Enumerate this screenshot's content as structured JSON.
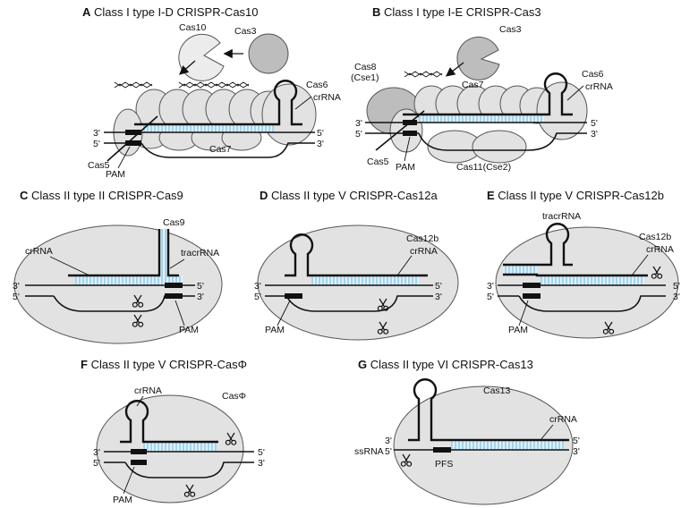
{
  "panels": {
    "A": {
      "letter": "A",
      "title": "Class I type I-D CRISPR-Cas10",
      "labels": {
        "cas10": "Cas10",
        "cas3": "Cas3",
        "cas6": "Cas6",
        "crrna": "crRNA",
        "cas7": "Cas7",
        "cas5": "Cas5",
        "pam": "PAM"
      }
    },
    "B": {
      "letter": "B",
      "title": "Class I type I-E CRISPR-Cas3",
      "labels": {
        "cas3": "Cas3",
        "cas8": "Cas8",
        "cse1": "(Cse1)",
        "cas7": "Cas7",
        "cas6": "Cas6",
        "crrna": "crRNA",
        "cas5": "Cas5",
        "pam": "PAM",
        "cas11": "Cas11(Cse2)"
      }
    },
    "C": {
      "letter": "C",
      "title": "Class II type II CRISPR-Cas9",
      "labels": {
        "cas9": "Cas9",
        "crrna": "crRNA",
        "tracrrna": "tracrRNA",
        "pam": "PAM"
      }
    },
    "D": {
      "letter": "D",
      "title": "Class II type V CRISPR-Cas12a",
      "labels": {
        "cas12b": "Cas12b",
        "crrna": "crRNA",
        "pam": "PAM"
      }
    },
    "E": {
      "letter": "E",
      "title": "Class II type V CRISPR-Cas12b",
      "labels": {
        "tracrrna": "tracrRNA",
        "cas12b": "Cas12b",
        "crrna": "crRNA",
        "pam": "PAM"
      }
    },
    "F": {
      "letter": "F",
      "title": "Class II type V CRISPR-CasΦ",
      "labels": {
        "crrna": "crRNA",
        "casphi": "CasΦ",
        "pam": "PAM"
      }
    },
    "G": {
      "letter": "G",
      "title": "Class II type VI CRISPR-Cas13",
      "labels": {
        "cas13": "Cas13",
        "crrna": "crRNA",
        "ssrna": "ssRNA",
        "pfs": "PFS"
      }
    }
  },
  "strand_ends": {
    "three_prime": "3'",
    "five_prime": "5'"
  },
  "colors": {
    "protein": "#e2e2e2",
    "protein_dark": "#bdbdbd",
    "hybrid": "#7fc3e3",
    "strand": "#111111"
  },
  "icons": [
    "scissors-icon",
    "arrow-icon"
  ]
}
